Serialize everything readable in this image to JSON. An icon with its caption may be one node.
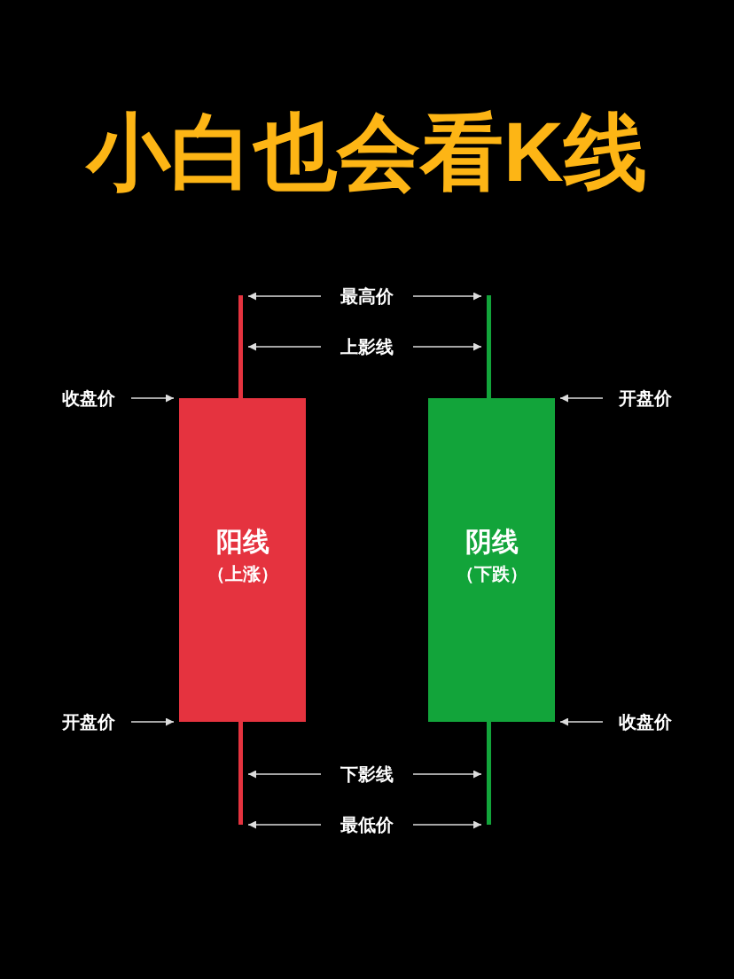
{
  "diagram": {
    "title": "小白也会看K线",
    "nodes": [
      {
        "text": [
          "最高价"
        ]
      },
      {
        "text": [],
        "shape": "bar"
      },
      {
        "text": [],
        "shape": "bar"
      },
      {
        "text": [
          "上影线"
        ]
      },
      {
        "text": [
          "收盘价"
        ]
      },
      {
        "text": [
          "阳线",
          "（上涨）"
        ]
      },
      {
        "text": [
          "阴线",
          "（下跌）"
        ]
      },
      {
        "text": [
          "开盘价"
        ]
      },
      {
        "text": [
          "开盘价"
        ]
      },
      {
        "text": [
          "收盘价"
        ]
      },
      {
        "text": [],
        "shape": "bar"
      },
      {
        "text": [],
        "shape": "bar"
      },
      {
        "text": [
          "下影线"
        ]
      },
      {
        "text": [
          "最低价"
        ]
      }
    ],
    "edges": [
      {
        "from": 0,
        "to": 1,
        "arrow": "to"
      },
      {
        "from": 0,
        "to": 2,
        "arrow": "to"
      },
      {
        "from": 3,
        "to": 1,
        "arrow": "to"
      },
      {
        "from": 3,
        "to": 2,
        "arrow": "to"
      },
      {
        "from": 4,
        "to": 5,
        "arrow": "to"
      },
      {
        "from": 7,
        "to": 6,
        "arrow": "to"
      },
      {
        "from": 8,
        "to": 5,
        "arrow": "to"
      },
      {
        "from": 9,
        "to": 6,
        "arrow": "to"
      },
      {
        "from": 12,
        "to": 10,
        "arrow": "to"
      },
      {
        "from": 12,
        "to": 11,
        "arrow": "to"
      },
      {
        "from": 13,
        "to": 10,
        "arrow": "to"
      },
      {
        "from": 13,
        "to": 11,
        "arrow": "to"
      }
    ]
  }
}
